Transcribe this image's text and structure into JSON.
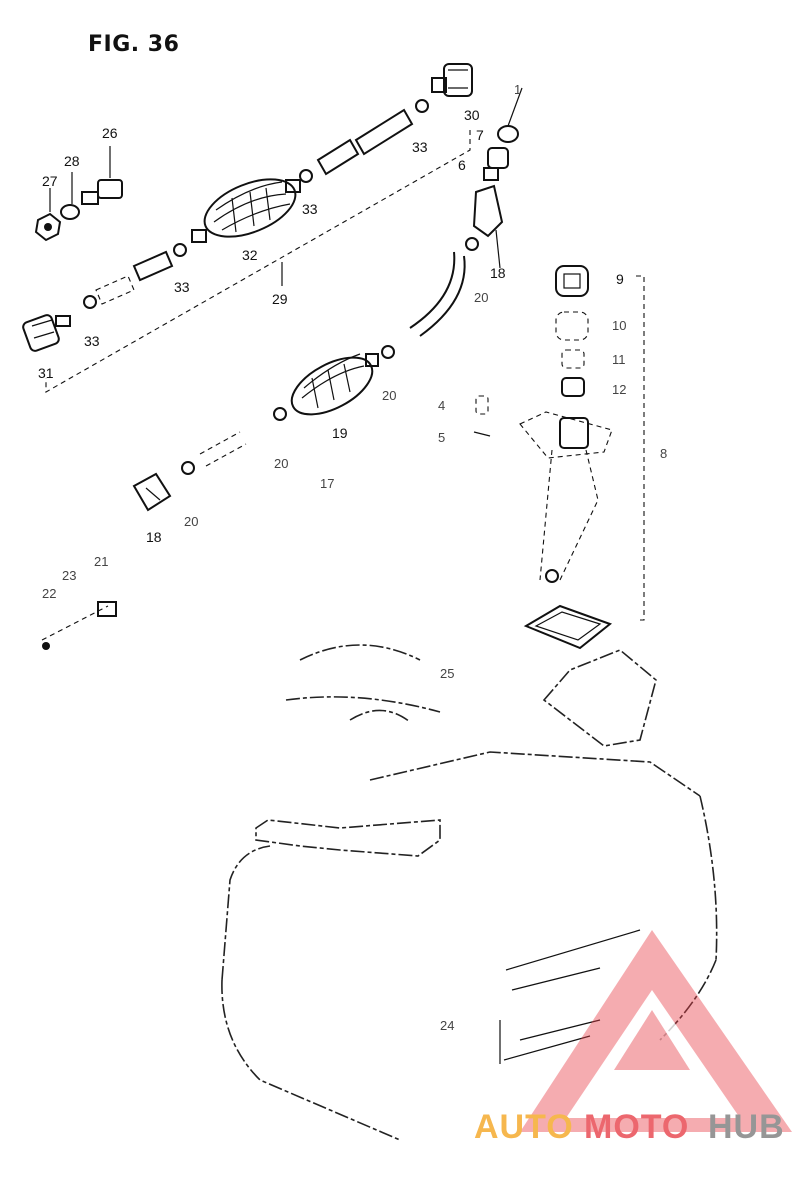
{
  "figure_title": "FIG. 36",
  "callouts": {
    "c1": "1",
    "c4": "4",
    "c5": "5",
    "c6": "6",
    "c7": "7",
    "c8": "8",
    "c9": "9",
    "c10": "10",
    "c11": "11",
    "c12": "12",
    "c17": "17",
    "c18a": "18",
    "c18b": "18",
    "c19": "19",
    "c20a": "20",
    "c20b": "20",
    "c20c": "20",
    "c20d": "20",
    "c21": "21",
    "c22": "22",
    "c23": "23",
    "c24": "24",
    "c25": "25",
    "c26": "26",
    "c27": "27",
    "c28": "28",
    "c29": "29",
    "c30": "30",
    "c31": "31",
    "c32": "32",
    "c33a": "33",
    "c33b": "33",
    "c33c": "33",
    "c33d": "33"
  },
  "watermark": {
    "brand_part1": "AUTO",
    "brand_part2": "MOTO",
    "brand_part3": "HUB",
    "color_orange": "#f5a623",
    "color_red": "#e8424a",
    "color_gray": "#7d7d7d"
  }
}
